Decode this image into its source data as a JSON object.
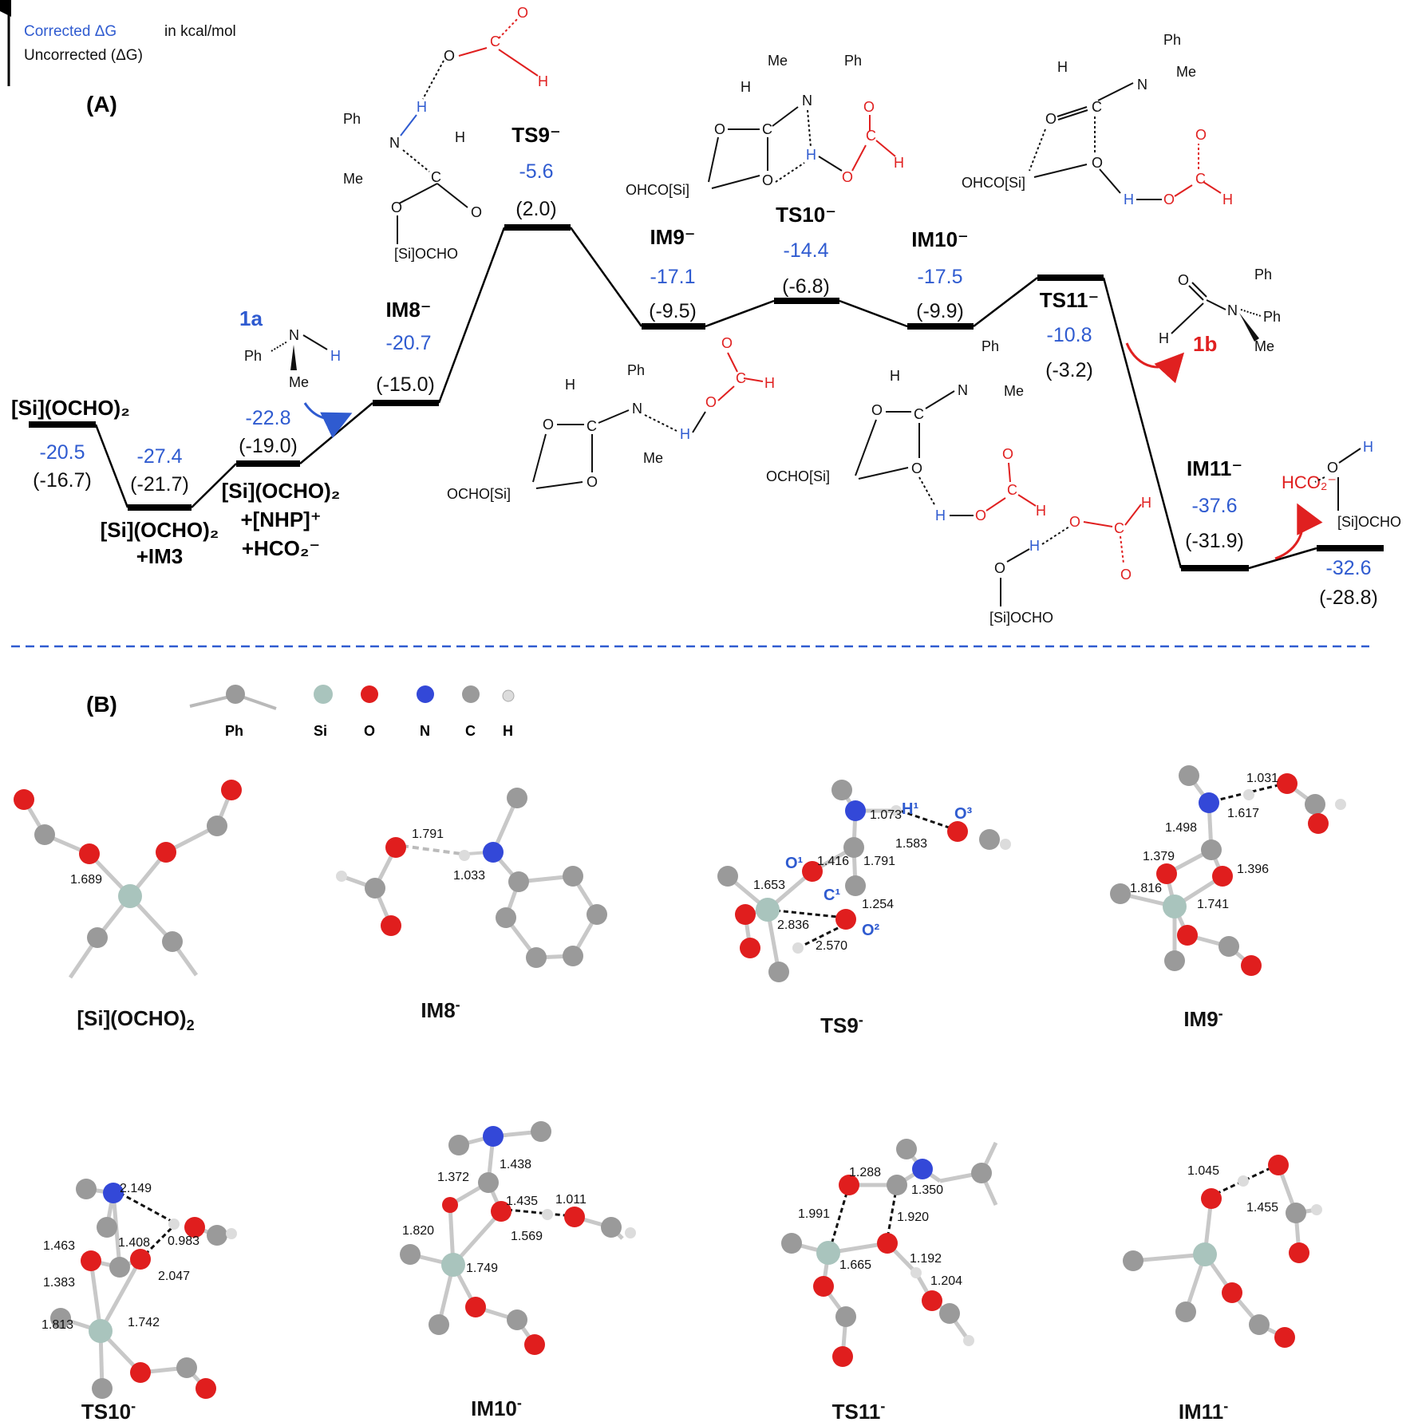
{
  "legend": {
    "corrected_label": "Corrected ΔG",
    "corrected_unit": "in kcal/mol",
    "uncorrected_label": "Uncorrected (ΔG)",
    "corrected_color": "#2f5bd0",
    "uncorrected_color": "#111111"
  },
  "panel_a": {
    "label": "(A)"
  },
  "panel_b": {
    "label": "(B)"
  },
  "levels": [
    {
      "id": "si_ocho2",
      "name": "[Si](OCHO)₂",
      "corrected": "-20.5",
      "uncorrected": "(-16.7)"
    },
    {
      "id": "im3",
      "name": "[Si](OCHO)₂",
      "name2": "+IM3",
      "corrected": "-27.4",
      "uncorrected": "(-21.7)"
    },
    {
      "id": "nhp",
      "name": "[Si](OCHO)₂",
      "name2": "+[NHP]⁺",
      "name3": "+HCO₂⁻",
      "corrected": "-22.8",
      "uncorrected": "(-19.0)"
    },
    {
      "id": "im8",
      "name": "IM8⁻",
      "corrected": "-20.7",
      "uncorrected": "(-15.0)"
    },
    {
      "id": "ts9",
      "name": "TS9⁻",
      "corrected": "-5.6",
      "uncorrected": "(2.0)"
    },
    {
      "id": "im9",
      "name": "IM9⁻",
      "corrected": "-17.1",
      "uncorrected": "(-9.5)"
    },
    {
      "id": "ts10",
      "name": "TS10⁻",
      "corrected": "-14.4",
      "uncorrected": "(-6.8)"
    },
    {
      "id": "im10",
      "name": "IM10⁻",
      "corrected": "-17.5",
      "uncorrected": "(-9.9)"
    },
    {
      "id": "ts11",
      "name": "TS11⁻",
      "corrected": "-10.8",
      "uncorrected": "(-3.2)"
    },
    {
      "id": "im11",
      "name": "IM11⁻",
      "corrected": "-37.6",
      "uncorrected": "(-31.9)"
    },
    {
      "id": "final",
      "name": "",
      "corrected": "-32.6",
      "uncorrected": "(-28.8)"
    }
  ],
  "species": {
    "reactant_1a": "1a",
    "product_1b": "1b",
    "hco2": "HCO₂⁻",
    "ph": "Ph",
    "me": "Me",
    "n": "N",
    "h": "H",
    "o": "O",
    "c": "C",
    "si_ocho": "[Si]OCHO",
    "ohco_si": "OHCO[Si]",
    "ocho_si": "OCHO[Si]"
  },
  "atom_legend": [
    {
      "name": "Ph",
      "color": "#b9b9b9"
    },
    {
      "name": "Si",
      "color": "#a9c4bd"
    },
    {
      "name": "O",
      "color": "#e01e1e"
    },
    {
      "name": "N",
      "color": "#3348d8"
    },
    {
      "name": "C",
      "color": "#9a9a9a"
    },
    {
      "name": "H",
      "color": "#dcdcdc"
    }
  ],
  "geometries": [
    {
      "id": "g_si",
      "label": "[Si](OCHO)₂",
      "distances": [
        "1.689"
      ]
    },
    {
      "id": "g_im8",
      "label": "IM8⁻",
      "distances": [
        "1.791",
        "1.033"
      ]
    },
    {
      "id": "g_ts9",
      "label": "TS9⁻",
      "distances": [
        "1.073",
        "1.583",
        "1.416",
        "1.791",
        "1.653",
        "1.254",
        "2.836",
        "2.570"
      ],
      "atom_tags": [
        "H¹",
        "O³",
        "O¹",
        "C¹",
        "O²"
      ]
    },
    {
      "id": "g_im9",
      "label": "IM9⁻",
      "distances": [
        "1.031",
        "1.617",
        "1.498",
        "1.379",
        "1.396",
        "1.816",
        "1.741"
      ]
    },
    {
      "id": "g_ts10",
      "label": "TS10⁻",
      "distances": [
        "2.149",
        "0.983",
        "1.463",
        "1.408",
        "2.047",
        "1.383",
        "1.813",
        "1.742"
      ]
    },
    {
      "id": "g_im10",
      "label": "IM10⁻",
      "distances": [
        "1.438",
        "1.372",
        "1.435",
        "1.011",
        "1.820",
        "1.569",
        "1.749"
      ]
    },
    {
      "id": "g_ts11",
      "label": "TS11⁻",
      "distances": [
        "1.288",
        "1.350",
        "1.991",
        "1.920",
        "1.665",
        "1.192",
        "1.204"
      ]
    },
    {
      "id": "g_im11",
      "label": "IM11⁻",
      "distances": [
        "1.045",
        "1.455"
      ]
    }
  ]
}
